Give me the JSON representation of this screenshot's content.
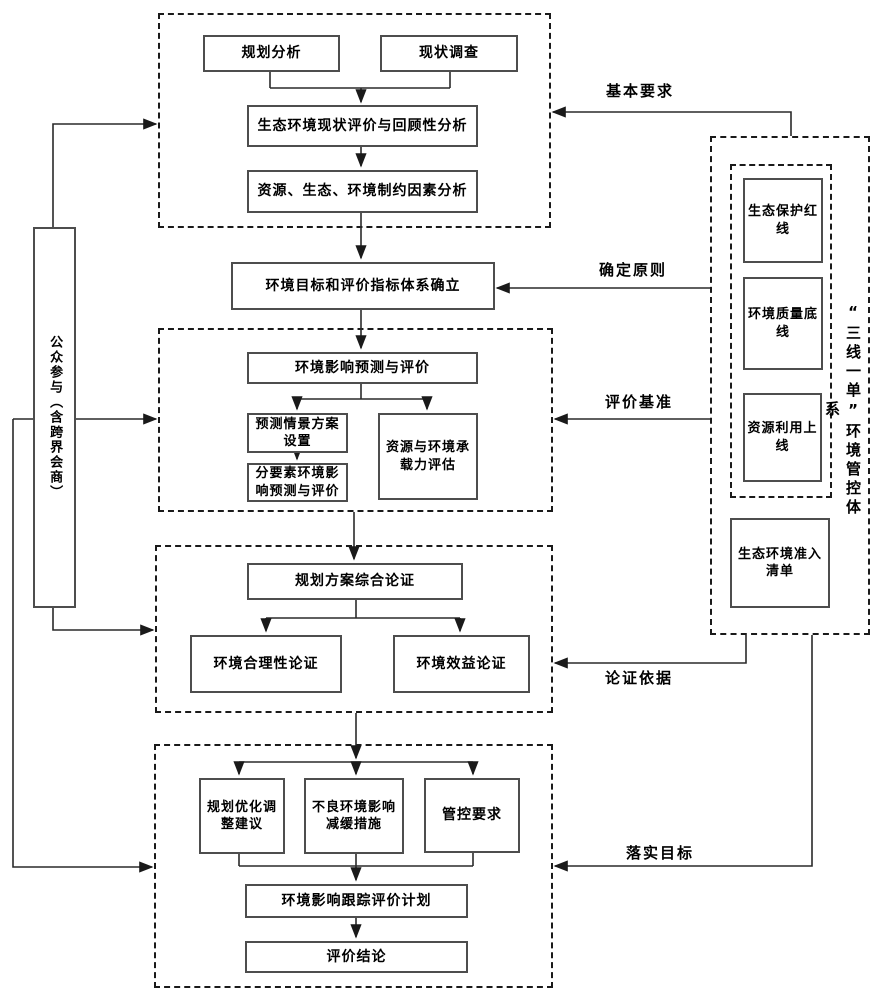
{
  "flowchart": {
    "stage1": {
      "planning_analysis": "规划分析",
      "status_survey": "现状调查",
      "status_review": "生态环境现状评价与回顾性分析",
      "constraints": "资源、生态、环境制约因素分析"
    },
    "goals": "环境目标和评价指标体系确立",
    "stage2": {
      "prediction": "环境影响预测与评价",
      "scenario": "预测情景方案设置",
      "by_element": "分要素环境影响预测与评价",
      "carrying": "资源与环境承载力评估"
    },
    "stage3": {
      "comprehensive": "规划方案综合论证",
      "rationality": "环境合理性论证",
      "benefit": "环境效益论证"
    },
    "stage4": {
      "optimize": "规划优化调整建议",
      "mitigate": "不良环境影响减缓措施",
      "control": "管控要求",
      "tracking": "环境影响跟踪评价计划",
      "conclusion": "评价结论"
    },
    "public_participation": "公众参与（含跨界会商）",
    "three_lines": {
      "title": "“三线一单”环境管控体系",
      "red_line": "生态保护红线",
      "quality_line": "环境质量底线",
      "resource_line": "资源利用上线",
      "access_list": "生态环境准入清单"
    },
    "edge_labels": {
      "basic_requirements": "基本要求",
      "determine_principles": "确定原则",
      "evaluation_baseline": "评价基准",
      "demonstration_basis": "论证依据",
      "implement_goals": "落实目标"
    },
    "colors": {
      "line": "#2a2a2a",
      "box_border": "#4d4d4d",
      "dashed_border": "#1a1a1a",
      "text": "#000000",
      "background": "#ffffff"
    }
  }
}
